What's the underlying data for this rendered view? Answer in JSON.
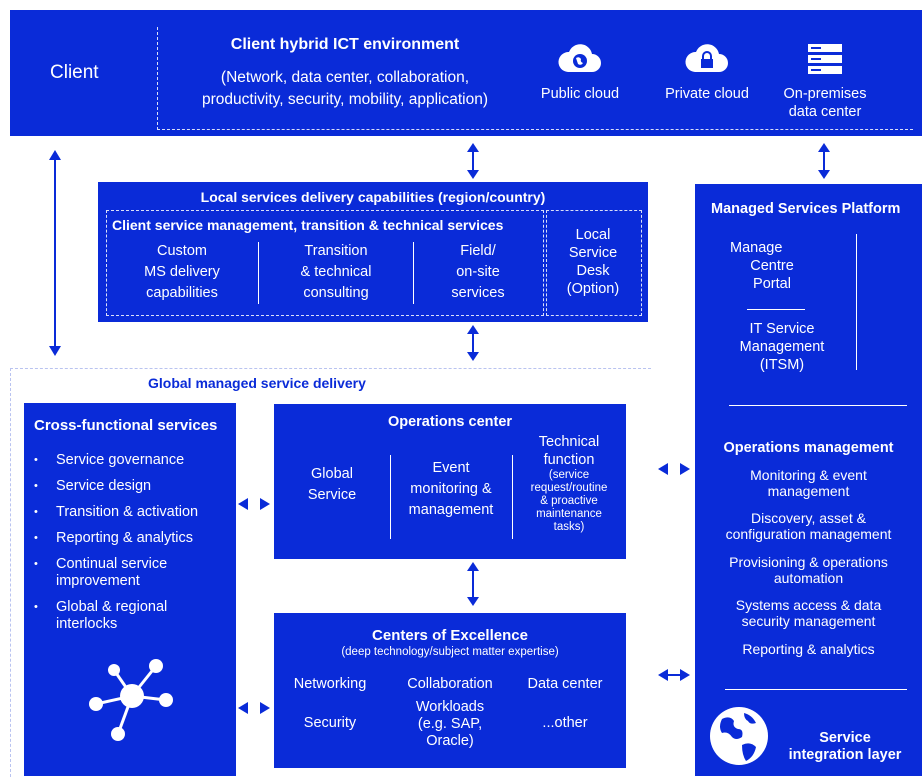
{
  "client": {
    "label": "Client",
    "env_title": "Client hybrid ICT environment",
    "env_sub_line1": "(Network, data center, collaboration,",
    "env_sub_line2": "productivity, security, mobility, application)",
    "public_cloud": "Public cloud",
    "private_cloud": "Private cloud",
    "onprem_line1": "On-premises",
    "onprem_line2": "data center"
  },
  "local": {
    "title": "Local services delivery capabilities (region/country)",
    "subtitle": "Client service management, transition & technical services",
    "col1": [
      "Custom",
      "MS delivery",
      "capabilities"
    ],
    "col2": [
      "Transition",
      "& technical",
      "consulting"
    ],
    "col3": [
      "Field/",
      "on-site",
      "services"
    ],
    "desk": [
      "Local",
      "Service",
      "Desk",
      "(Option)"
    ]
  },
  "msp": {
    "title": "Managed Services Platform",
    "portal": [
      "Manage",
      "Centre",
      "Portal"
    ],
    "itsm": [
      "IT Service",
      "Management",
      "(ITSM)"
    ],
    "ops_title": "Operations management",
    "ops_items": [
      [
        "Monitoring & event",
        "management"
      ],
      [
        "Discovery, asset &",
        "configuration management"
      ],
      [
        "Provisioning & operations",
        "automation"
      ],
      [
        "Systems access & data",
        "security management"
      ],
      [
        "Reporting & analytics"
      ]
    ],
    "sil": [
      "Service",
      "integration layer"
    ]
  },
  "global": {
    "label": "Global managed service delivery"
  },
  "cross": {
    "title": "Cross-functional services",
    "items": [
      "Service governance",
      "Service design",
      "Transition & activation",
      "Reporting & analytics",
      "Continual service improvement",
      "Global & regional interlocks"
    ]
  },
  "ops_center": {
    "title": "Operations center",
    "col1": [
      "Global",
      "Service"
    ],
    "col2": [
      "Event",
      "monitoring &",
      "management"
    ],
    "col3_title": [
      "Technical",
      "function"
    ],
    "col3_sub": [
      "(service",
      "request/routine",
      "& proactive",
      "maintenance",
      "tasks)"
    ]
  },
  "coe": {
    "title": "Centers of Excellence",
    "subtitle": "(deep technology/subject matter expertise)",
    "row1": [
      "Networking",
      "Collaboration",
      "Data center"
    ],
    "row2_a": "Security",
    "row2_b": [
      "Workloads",
      "(e.g. SAP,",
      "Oracle)"
    ],
    "row2_c": "...other"
  },
  "colors": {
    "brand_blue": "#0a2bd8",
    "text_blue": "#0a2bd8",
    "white": "#ffffff"
  }
}
